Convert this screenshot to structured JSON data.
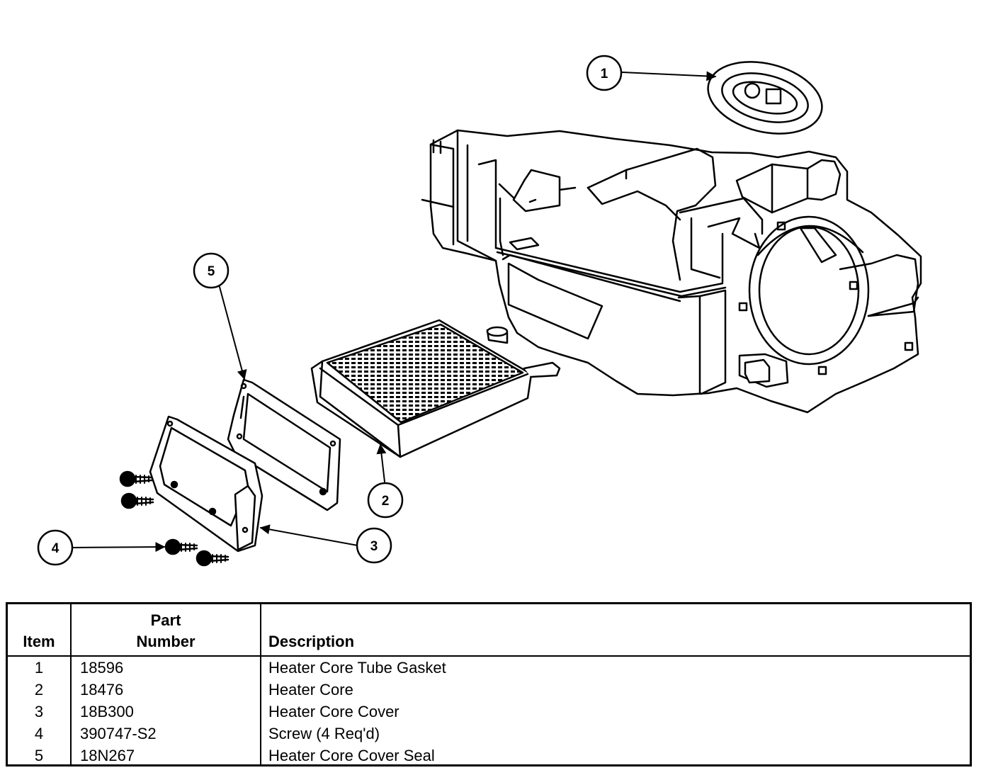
{
  "callouts": [
    "1",
    "2",
    "3",
    "4",
    "5"
  ],
  "table": {
    "headers": {
      "item": "Item",
      "part_number_line1": "Part",
      "part_number_line2": "Number",
      "description": "Description"
    },
    "rows": [
      {
        "item": "1",
        "part_number": "18596",
        "description": "Heater Core Tube Gasket"
      },
      {
        "item": "2",
        "part_number": "18476",
        "description": "Heater Core"
      },
      {
        "item": "3",
        "part_number": "18B300",
        "description": "Heater Core Cover"
      },
      {
        "item": "4",
        "part_number": "390747-S2",
        "description": "Screw (4 Req'd)"
      },
      {
        "item": "5",
        "part_number": "18N267",
        "description": "Heater Core Cover Seal"
      }
    ]
  }
}
